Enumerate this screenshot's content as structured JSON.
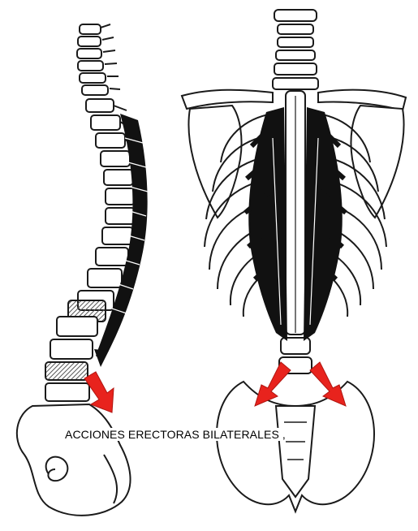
{
  "caption": "ACCIONES ERECTORAS BILATERALES ,",
  "colors": {
    "outline": "#1a1a1a",
    "muscle": "#111111",
    "arrow": "#e8231d",
    "hatch": "#555555",
    "background": "#ffffff"
  },
  "figures": [
    {
      "view": "lateral-spine",
      "icon": "lateral-spine-illustration"
    },
    {
      "view": "posterior-torso",
      "icon": "posterior-torso-illustration"
    }
  ]
}
